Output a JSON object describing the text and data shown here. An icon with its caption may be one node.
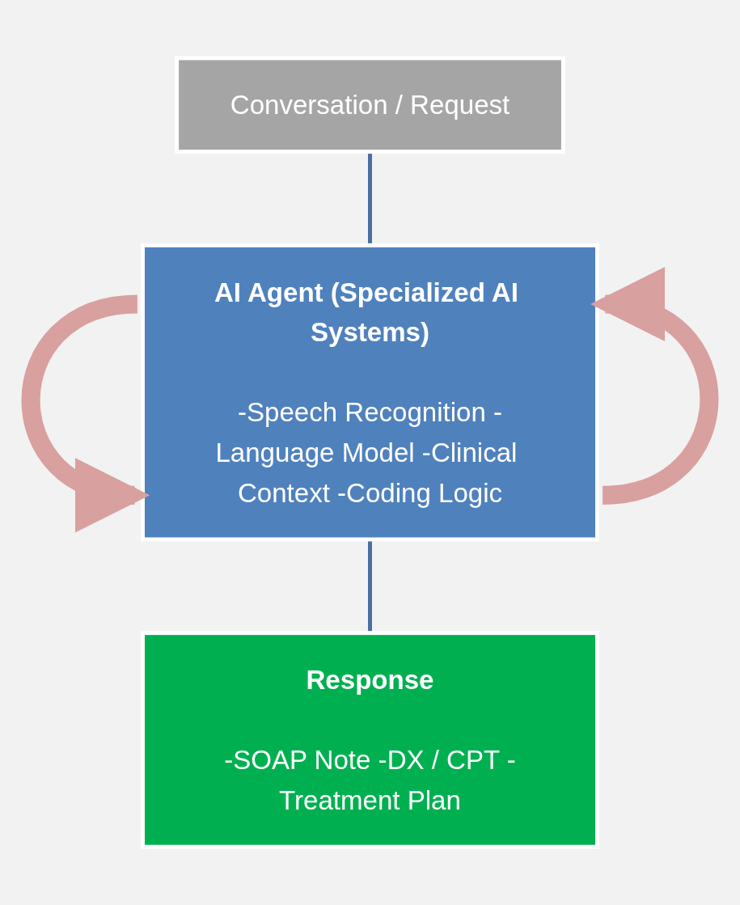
{
  "diagram": {
    "nodes": [
      {
        "text": [
          "Conversation / Request"
        ]
      },
      {
        "text": [
          "AI Agent (Specialized AI Systems)",
          "-Speech Recognition -Language Model -Clinical Context -Coding Logic"
        ]
      },
      {
        "text": [
          "Response",
          "-SOAP Note -DX / CPT -Treatment Plan"
        ]
      }
    ],
    "edges": [
      {
        "from": 0,
        "to": 1,
        "arrow": "none"
      },
      {
        "from": 1,
        "to": 2,
        "arrow": "none"
      },
      {
        "from": 1,
        "to": 1,
        "arrow": "to",
        "style": "thick",
        "color": "#d9a0a0"
      },
      {
        "from": 1,
        "to": 1,
        "arrow": "to",
        "style": "thick",
        "color": "#d9a0a0"
      }
    ]
  }
}
